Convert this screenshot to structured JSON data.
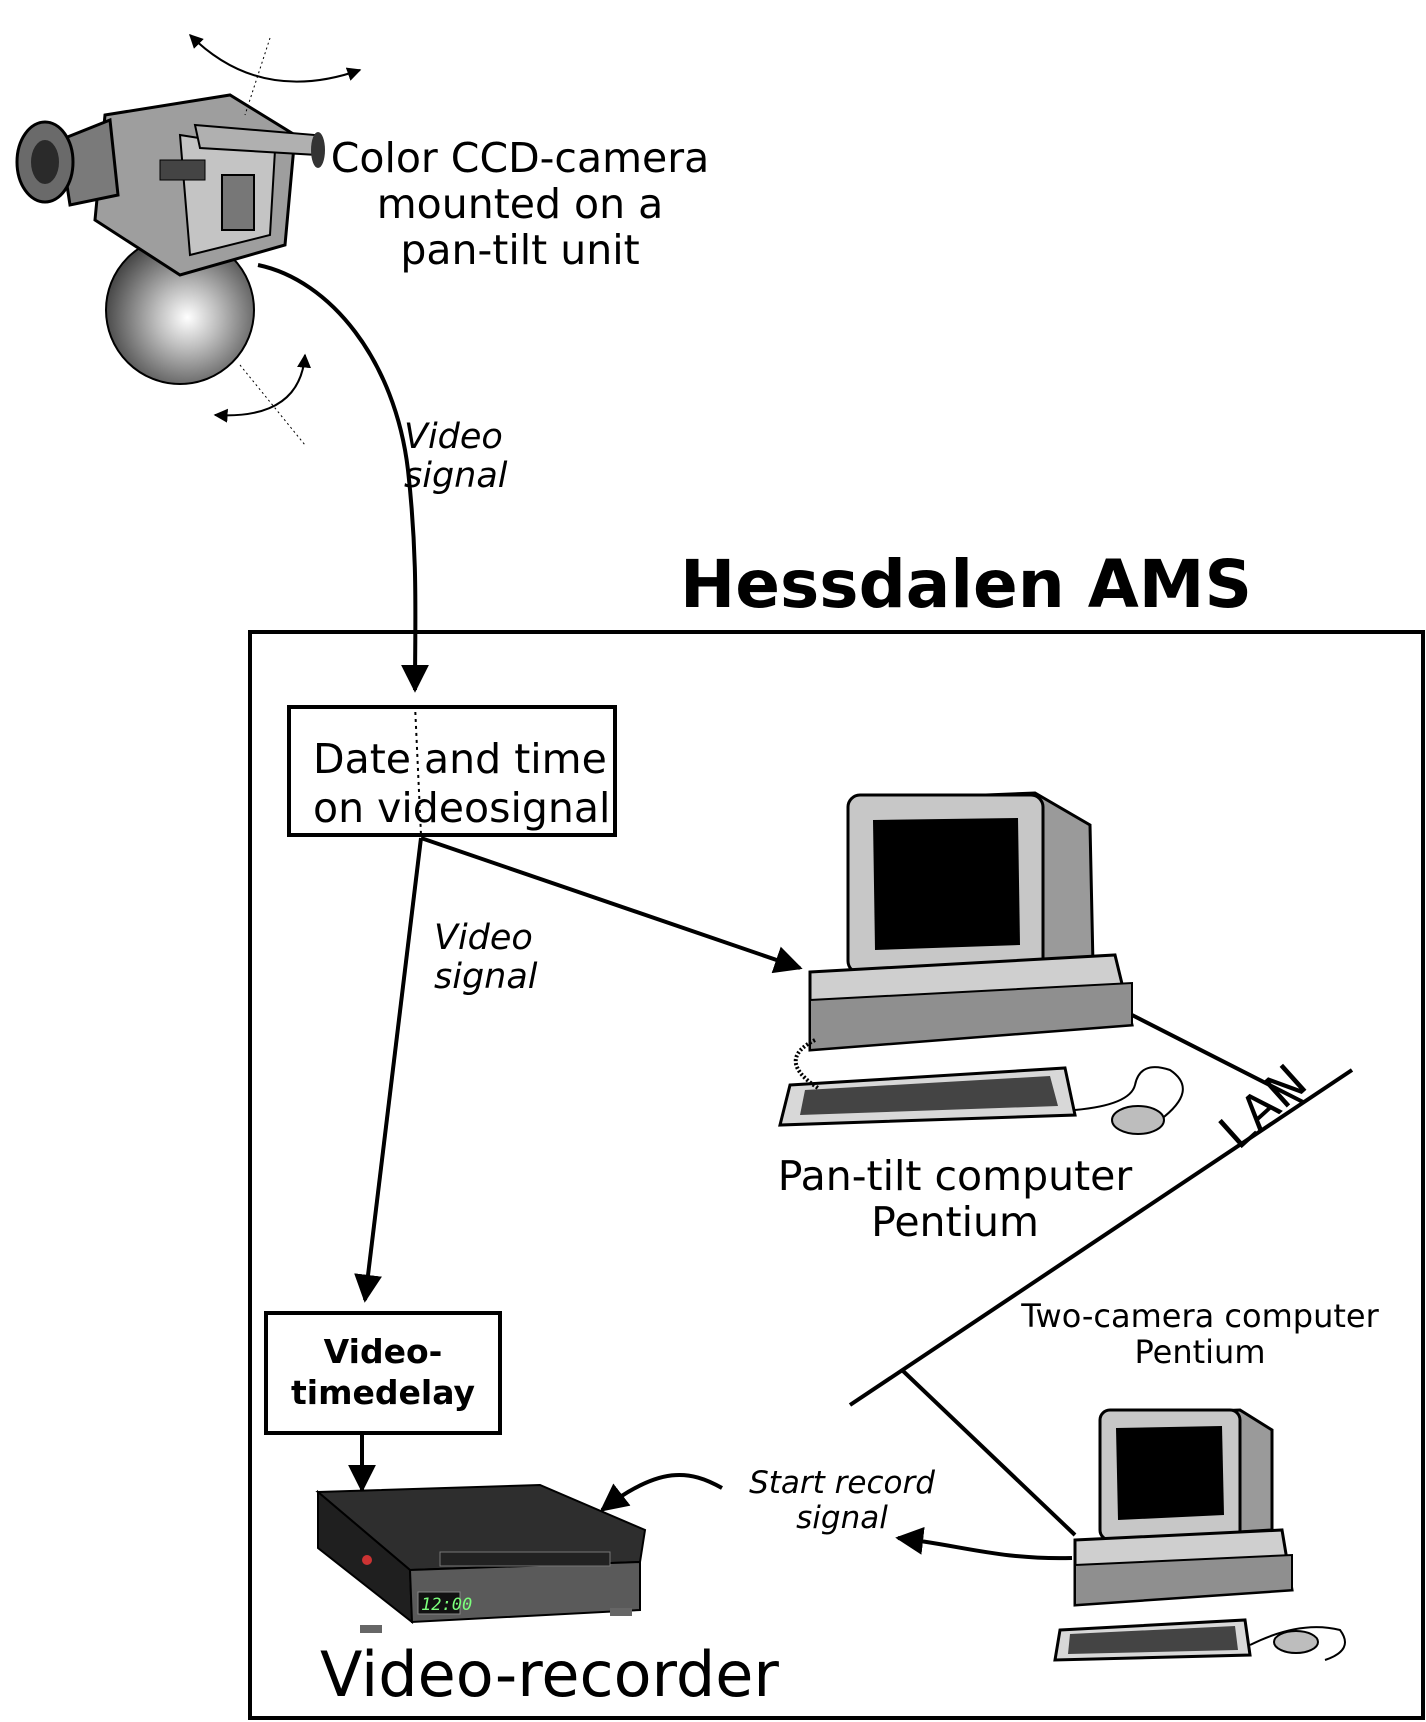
{
  "title": "Hessdalen AMS",
  "camera": {
    "label_lines": [
      "Color CCD-camera",
      "mounted on a",
      "pan-tilt unit"
    ]
  },
  "signals": {
    "video_signal_1": [
      "Video",
      "signal"
    ],
    "video_signal_2": [
      "Video",
      "signal"
    ],
    "start_record": [
      "Start record",
      "signal"
    ]
  },
  "date_time_box": [
    "Date and time",
    "on videosignal"
  ],
  "video_delay_box": [
    "Video-",
    "timedelay"
  ],
  "pan_tilt_computer": [
    "Pan-tilt computer",
    "Pentium"
  ],
  "two_camera_computer": [
    "Two-camera computer",
    "Pentium"
  ],
  "lan": "LAN",
  "video_recorder": {
    "label": "Video-recorder",
    "display": "12:00"
  },
  "colors": {
    "line": "#000000",
    "device_body": "#bdbdbd",
    "device_dark": "#555555",
    "screen": "#000000"
  }
}
